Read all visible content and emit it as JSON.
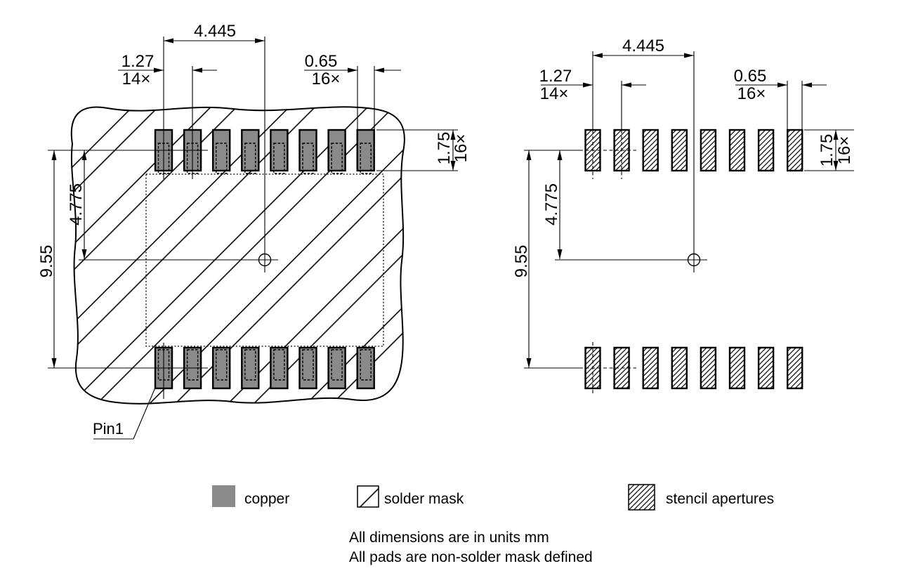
{
  "dimensions": {
    "body_span": {
      "value": "4.445"
    },
    "pitch": {
      "value": "1.27",
      "count": "14×"
    },
    "pad_width": {
      "value": "0.65",
      "count": "16×"
    },
    "pad_height": {
      "value": "1.75",
      "count": "16×"
    },
    "row_to_center": {
      "value": "4.775"
    },
    "row_span": {
      "value": "9.55"
    }
  },
  "labels": {
    "pin1": "Pin1"
  },
  "legend": {
    "items": [
      {
        "swatch": "copper-swatch",
        "label": "copper"
      },
      {
        "swatch": "solder-mask-swatch",
        "label": "solder mask"
      },
      {
        "swatch": "stencil-apertures-swatch",
        "label": "stencil apertures"
      }
    ]
  },
  "notes": [
    "All dimensions are in units mm",
    "All pads are non-solder mask defined"
  ],
  "colors": {
    "copper": "#8a8a8a",
    "line": "#000000",
    "background": "#ffffff"
  }
}
